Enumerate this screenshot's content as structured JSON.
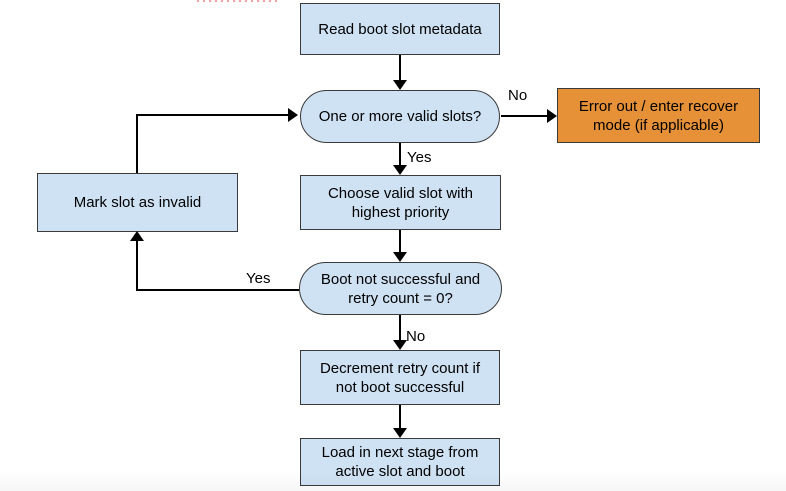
{
  "flowchart": {
    "nodes": {
      "read_metadata": {
        "id": "read-boot-slot-metadata",
        "label": "Read boot slot metadata",
        "shape": "rect",
        "fill": "#cfe2f3"
      },
      "valid_slots": {
        "id": "one-or-more-valid-slots",
        "label": "One or more valid slots?",
        "shape": "stadium",
        "fill": "#cfe2f3"
      },
      "error_recover": {
        "id": "error-out-recover-mode",
        "label": "Error out / enter recover mode (if applicable)",
        "shape": "rect",
        "fill": "#e69138"
      },
      "choose_slot": {
        "id": "choose-valid-slot",
        "label": "Choose valid slot with highest priority",
        "shape": "rect",
        "fill": "#cfe2f3"
      },
      "mark_invalid": {
        "id": "mark-slot-invalid",
        "label": "Mark slot as invalid",
        "shape": "rect",
        "fill": "#cfe2f3"
      },
      "boot_retry": {
        "id": "boot-not-successful-retry-zero",
        "label": "Boot not successful and retry count = 0?",
        "shape": "stadium",
        "fill": "#cfe2f3"
      },
      "decrement_retry": {
        "id": "decrement-retry-count",
        "label": "Decrement retry count if not boot successful",
        "shape": "rect",
        "fill": "#cfe2f3"
      },
      "load_next_stage": {
        "id": "load-next-stage",
        "label": "Load in next stage from active slot and boot",
        "shape": "rect",
        "fill": "#cfe2f3"
      }
    },
    "edge_labels": {
      "valid_slots_no": "No",
      "valid_slots_yes": "Yes",
      "boot_retry_yes": "Yes",
      "boot_retry_no": "No"
    },
    "colors": {
      "process_fill": "#cfe2f3",
      "error_fill": "#e69138",
      "node_border": "#3a3a3a",
      "arrow": "#000000",
      "clipped_marks": "#f1a3a3"
    }
  }
}
